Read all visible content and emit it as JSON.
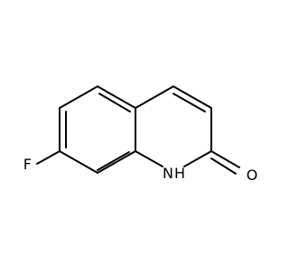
{
  "atoms": {
    "fluorine": "F",
    "nh": "N",
    "nh_hydrogen": "H",
    "oxygen": "O"
  },
  "colors": {
    "bond": "#000000",
    "text": "#000000",
    "background": "#ffffff"
  }
}
